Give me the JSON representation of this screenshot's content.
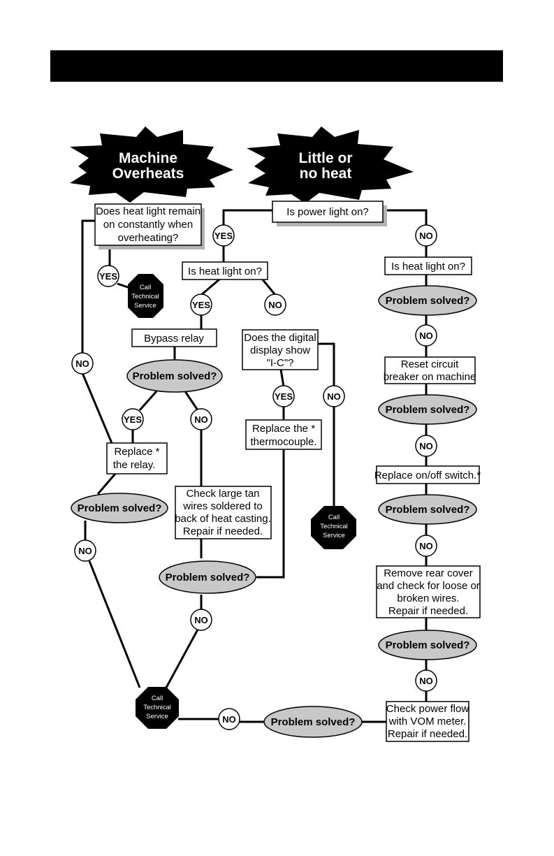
{
  "header": {
    "title": ""
  },
  "starbursts": {
    "overheats": [
      "Machine",
      "Overheats"
    ],
    "little_heat": [
      "Little or",
      "no heat"
    ]
  },
  "boxes": {
    "heat_light_remain": [
      "Does heat light remain",
      "on constantly when",
      "overheating?"
    ],
    "power_light": [
      "Is power light on?"
    ],
    "heat_light_mid": [
      "Is heat light on?"
    ],
    "heat_light_right": [
      "Is heat light on?"
    ],
    "bypass_relay": [
      "Bypass relay"
    ],
    "digital_display": [
      "Does the digital",
      "display show",
      "\"I-C\"?"
    ],
    "replace_thermocouple": [
      "Replace the  *",
      "thermocouple."
    ],
    "replace_relay": [
      "Replace *",
      "the relay."
    ],
    "check_wires": [
      "Check large tan",
      "wires soldered to",
      "back of heat casting.",
      "Repair if needed."
    ],
    "reset_breaker": [
      "Reset circuit",
      "breaker on machine"
    ],
    "replace_switch": [
      "Replace on/off switch.*"
    ],
    "rear_cover": [
      "Remove rear cover",
      "and check for loose or",
      "broken wires.",
      "Repair if needed."
    ],
    "power_flow": [
      "Check power flow",
      "with VOM meter.",
      "Repair if needed."
    ]
  },
  "problem_solved_label": "Problem solved?",
  "yes_label": "YES",
  "no_label": "NO",
  "call_service": [
    "Call",
    "Technical",
    "Service"
  ]
}
